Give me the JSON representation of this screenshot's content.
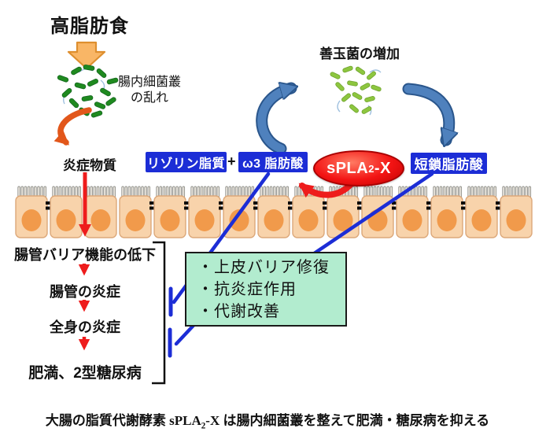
{
  "title": "高脂肪食",
  "labels": {
    "dysbiosis_line1": "腸内細菌叢",
    "dysbiosis_line2": "の乱れ",
    "inflammatory_substance": "炎症物質",
    "good_bacteria_increase": "善玉菌の増加",
    "plus": "+"
  },
  "boxes": {
    "lysophospholipid": "リゾリン脂質",
    "omega3": "ω3 脂肪酸",
    "short_chain_fatty_acid": "短鎖脂肪酸"
  },
  "enzyme": {
    "pre": "sPLA",
    "sub": "2",
    "post": "-X"
  },
  "effects_box": {
    "items": [
      "・上皮バリア修復",
      "・抗炎症作用",
      "・代謝改善"
    ]
  },
  "cascade": [
    "腸管バリア機能の低下",
    "腸管の炎症",
    "全身の炎症",
    "肥満、2型糖尿病"
  ],
  "caption": {
    "pre": "大腸の脂質代謝酵素 sPLA",
    "sub": "2",
    "post": "-X は腸内細菌叢を整えて肥満・糖尿病を抑える"
  },
  "colors": {
    "accent_blue": "#1c2dd6",
    "steel_blue_arrow": "#4f81bd",
    "steel_blue_edge": "#2a568c",
    "red": "#ee1c1c",
    "orange_block_fill": "#f9b666",
    "orange_block_stroke": "#de8f2f",
    "orange_curved_arrow": "#e2571b",
    "bacteria_dark": "#1f8a1f",
    "bacteria_light": "#8dc63f",
    "flagella": "#9fc0df",
    "cell_fill": "#f8d3ab",
    "cell_stroke": "#dca87a",
    "nucleus": "#f19a4b",
    "microvilli_fill": "#ede9e1",
    "microvilli_stroke": "#90908a",
    "tight_junction": "#0a0a0a",
    "effects_bg": "#b2eccf",
    "enzyme_red": "#f31414"
  },
  "illustration": {
    "cell_count": 15,
    "microvilli_per_cell": 9
  }
}
